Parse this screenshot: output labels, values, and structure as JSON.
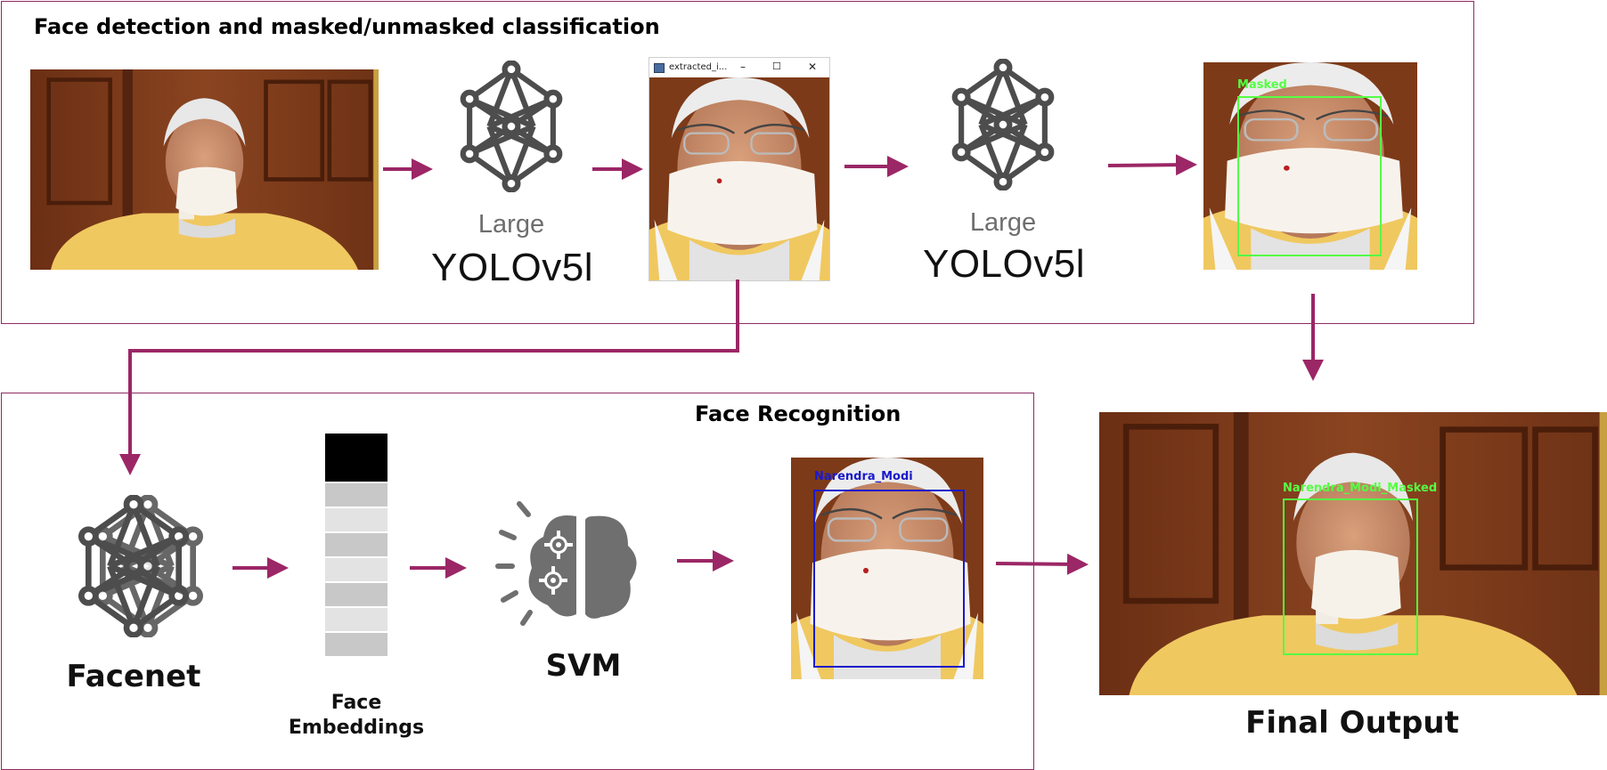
{
  "top_panel": {
    "title": "Face detection and masked/unmasked classification"
  },
  "bottom_panel": {
    "title": "Face Recognition"
  },
  "yolo": [
    {
      "size": "Large",
      "name": "YOLOv5l"
    },
    {
      "size": "Large",
      "name": "YOLOv5l"
    }
  ],
  "extracted_window": {
    "title": "extracted_i...",
    "controls": [
      "–",
      "☐",
      "✕"
    ]
  },
  "detections": {
    "masked_label": "Masked",
    "recognition_label": "Narendra_Modi",
    "final_label": "Narendra_Modi_Masked"
  },
  "facenet": {
    "label": "Facenet"
  },
  "embeddings": {
    "label_line1": "Face",
    "label_line2": "Embeddings"
  },
  "svm": {
    "label": "SVM"
  },
  "final": {
    "label": "Final Output"
  },
  "colors": {
    "panel_border": "#8e2b62",
    "arrow": "#9b2766",
    "network_icon": "#4d4d4d",
    "brain_icon": "#6f6f6f",
    "mask_box": "#55ff44",
    "recog_box": "#1a1acc"
  }
}
